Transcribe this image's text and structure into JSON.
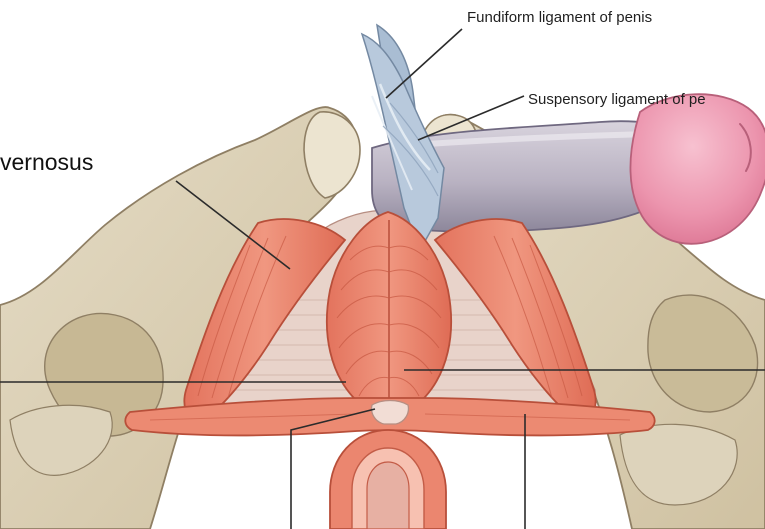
{
  "labels": {
    "fundiform_ligament": "Fundiform ligament of penis",
    "suspensory_ligament": "Suspensory ligament of pe",
    "cavernosus_partial": "vernosus"
  },
  "colors": {
    "background": "#ffffff",
    "bone": "#ddd2b8",
    "bone_shadow": "#c4b596",
    "muscle": "#e9806a",
    "muscle_dark": "#cf6049",
    "membrane": "#e6d0c7",
    "ligament": "#b7c7d9",
    "penis_shaft": "#bdb7c4",
    "glans": "#ec9ab1",
    "leader_line": "#2b2b2b"
  }
}
